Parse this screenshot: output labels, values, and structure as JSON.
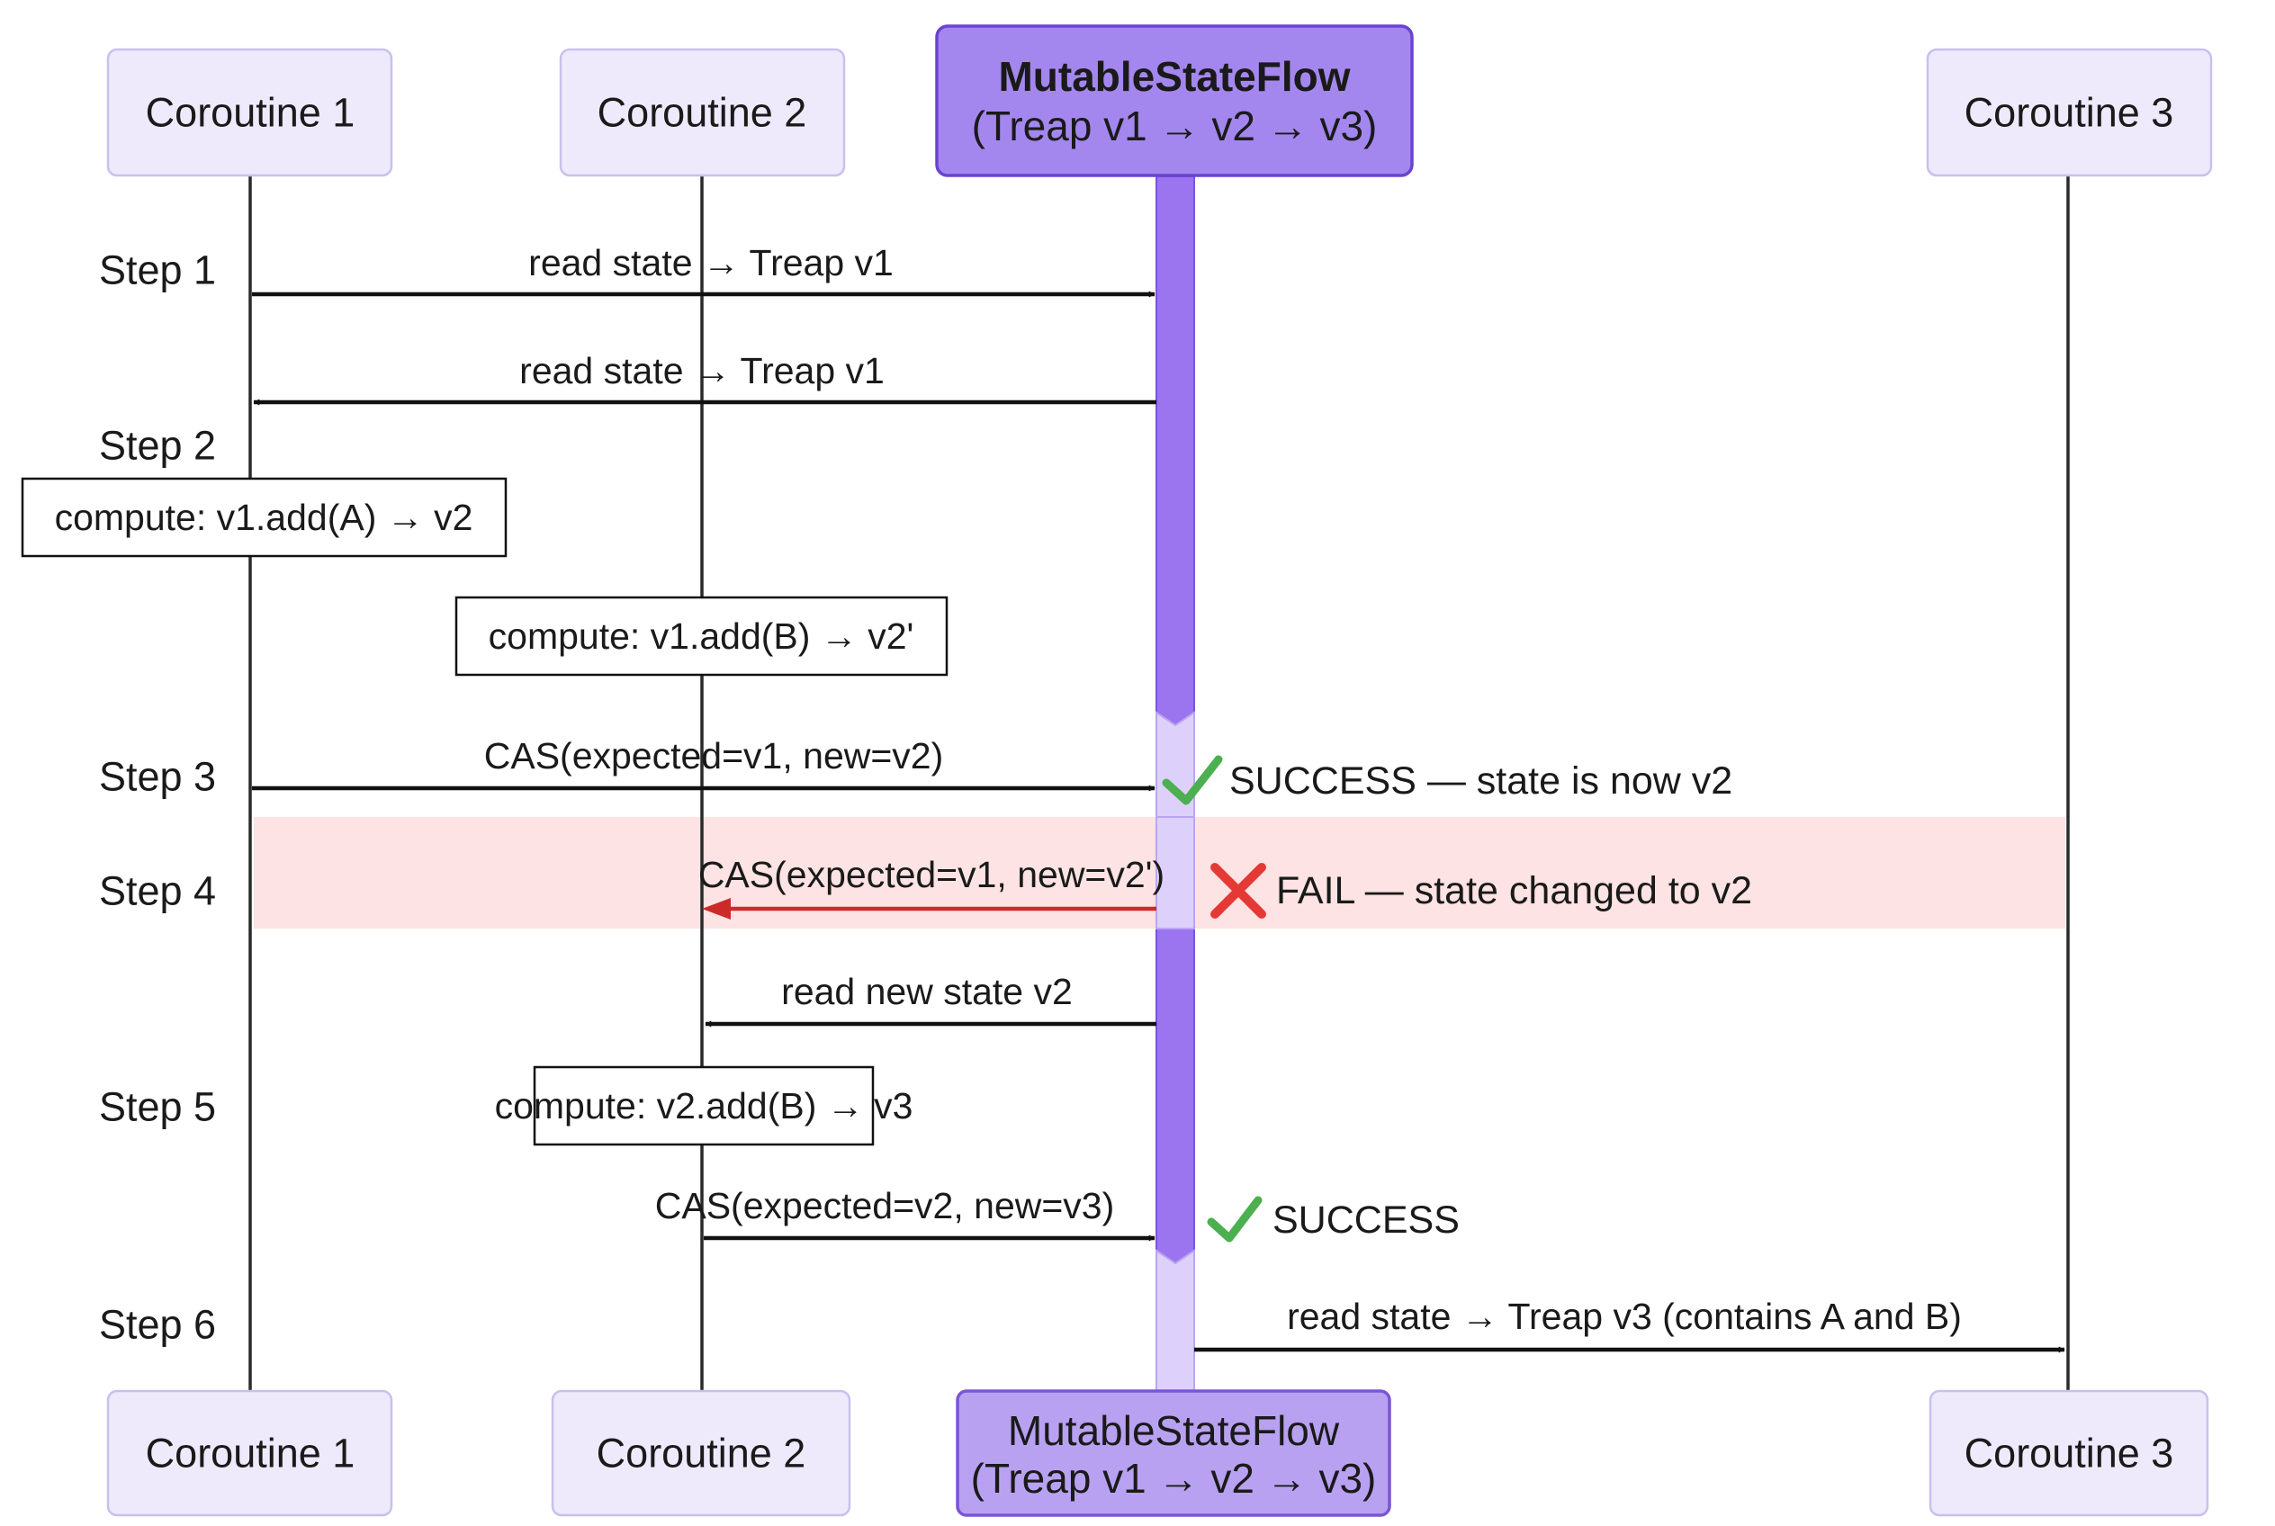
{
  "participants": {
    "c1": "Coroutine 1",
    "c2": "Coroutine 2",
    "flow_title": "MutableStateFlow",
    "flow_subtitle": "(Treap v1 → v2 → v3)",
    "c3": "Coroutine 3"
  },
  "steps": [
    "Step 1",
    "Step 2",
    "Step 3",
    "Step 4",
    "Step 5",
    "Step 6"
  ],
  "messages": {
    "m1": "read state → Treap v1",
    "m2": "read state → Treap v1",
    "m3": "CAS(expected=v1, new=v2)",
    "m4": "CAS(expected=v1, new=v2')",
    "m5": "read new state v2",
    "m6": "CAS(expected=v2, new=v3)",
    "m7": "read state → Treap v3 (contains A and B)"
  },
  "notes": {
    "n1": "compute: v1.add(A) → v2",
    "n2": "compute: v1.add(B) → v2'",
    "n3": "compute: v2.add(B) → v3"
  },
  "status": {
    "s1": "SUCCESS — state is now v2",
    "s2": "FAIL — state changed to v2",
    "s3": "SUCCESS"
  },
  "colors": {
    "accent": "#9a75ef",
    "success": "#4caf50",
    "fail": "#e53935",
    "fail_band": "#fde3e3"
  }
}
